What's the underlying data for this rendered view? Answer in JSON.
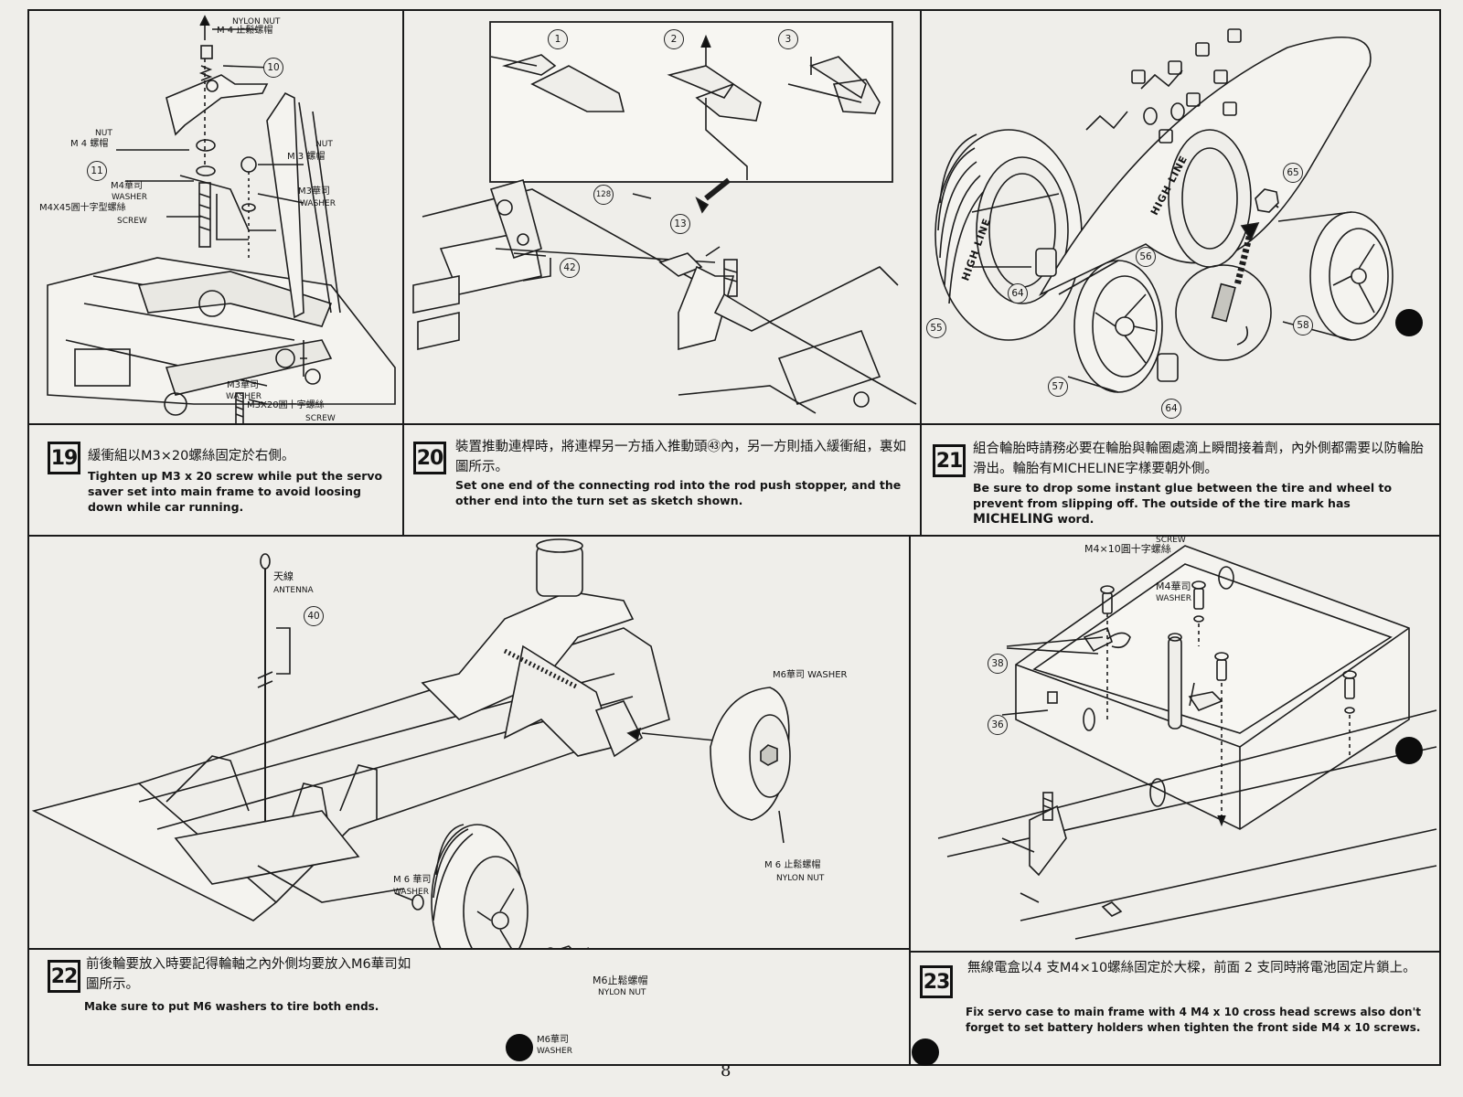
{
  "page_number": "8",
  "step19": {
    "number": "19",
    "zh": "緩衝組以M3×20螺絲固定於右側。",
    "en": "Tighten up M3 x 20 screw while put the servo saver set into main frame to avoid loosing down while car running.",
    "labels": {
      "nylon_nut_en": "NYLON NUT",
      "nylon_nut_zh": "M 4 止鬆螺帽",
      "nut_en": "NUT",
      "nut_m4_zh": "M 4 螺帽",
      "nut_m3_zh": "M 3 螺帽",
      "washer_m4_zh": "M4華司",
      "washer_en": "WASHER",
      "washer_m3_zh": "M3華司",
      "screw_m4x45_zh": "M4X45圓十字型螺絲",
      "screw_en": "SCREW",
      "screw_m3x20_zh": "M3X20圓十字螺絲",
      "part_10": "10",
      "part_11": "11"
    }
  },
  "step20": {
    "number": "20",
    "zh": "裝置推動連桿時，將連桿另一方插入推動頭㊸內，另一方則插入緩衝組，裏如圖所示。",
    "en": "Set one end of the connecting rod into the rod push stopper, and the other end into the turn set as sketch shown.",
    "labels": {
      "seq_1": "1",
      "seq_2": "2",
      "seq_3": "3",
      "part_128": "128",
      "part_13": "13",
      "part_42": "42"
    }
  },
  "step21": {
    "number": "21",
    "zh": "組合輪胎時請務必要在輪胎與輪圈處滴上瞬間接着劑，內外側都需要以防輪胎滑出。輪胎有MICHELINE字樣要朝外側。",
    "en_main": "Be sure to drop some instant glue between the tire and wheel to prevent from slipping off. The outside of the tire mark has",
    "en_emph": "MICHELING",
    "en_tail": "word.",
    "labels": {
      "tire_text": "HIGH LINE",
      "part_55": "55",
      "part_56": "56",
      "part_57": "57",
      "part_58": "58",
      "part_64a": "64",
      "part_64b": "64",
      "part_65": "65"
    }
  },
  "step22": {
    "number": "22",
    "zh": "前後輪要放入時要記得輪軸之內外側均要放入M6華司如圖所示。",
    "en": "Make sure to put M6 washers to tire both ends.",
    "labels": {
      "antenna_zh": "天線",
      "antenna_en": "ANTENNA",
      "part_40": "40",
      "m6_washer_top": "M6華司 WASHER",
      "m6_nylon_nut_zh": "M 6 止鬆螺帽",
      "nylon_nut_en": "NYLON NUT",
      "m6_washer_zh": "M 6 華司",
      "washer_en": "WASHER",
      "m6_nylon_nut_zh_2": "M6止鬆螺帽",
      "nylon_nut_en_2": "NYLON NUT",
      "m6_washer_zh_2": "M6華司",
      "washer_en_2": "WASHER"
    }
  },
  "step23": {
    "number": "23",
    "zh": "無線電盒以4 支M4×10螺絲固定於大樑，前面 2 支同時將電池固定片鎖上。",
    "en": "Fix servo case to main frame with 4 M4 x 10 cross head screws also don't forget to set battery holders when tighten the front side M4 x 10 screws.",
    "labels": {
      "screw_en": "SCREW",
      "screw_zh": "M4×10圓十字螺絲",
      "washer_zh": "M4華司",
      "washer_en": "WASHER",
      "part_38": "38",
      "part_36": "36"
    }
  }
}
